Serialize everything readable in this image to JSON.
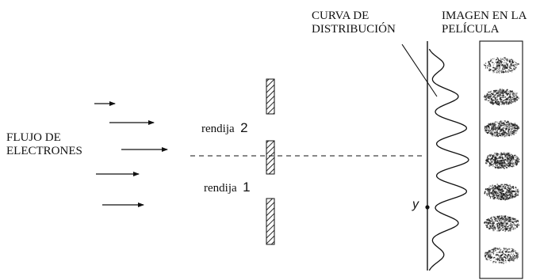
{
  "labels": {
    "electron_flux": "FLUJO DE\nELECTRONES",
    "slit_2_word": "rendija",
    "slit_2_number": "2",
    "slit_1_word": "rendija",
    "slit_1_number": "1",
    "distribution_curve": "CURVA DE\nDISTRIBUCIÓN",
    "film_image": "IMAGEN EN LA\nPELÍCULA",
    "y_point": "y"
  },
  "colors": {
    "ink": "#111111",
    "speckle": "#1a1a1a",
    "background": "#ffffff"
  },
  "intensity_pattern": {
    "fringe_count": 7,
    "relative_intensity": [
      0.4,
      0.75,
      0.95,
      1.0,
      0.95,
      0.75,
      0.4
    ]
  }
}
